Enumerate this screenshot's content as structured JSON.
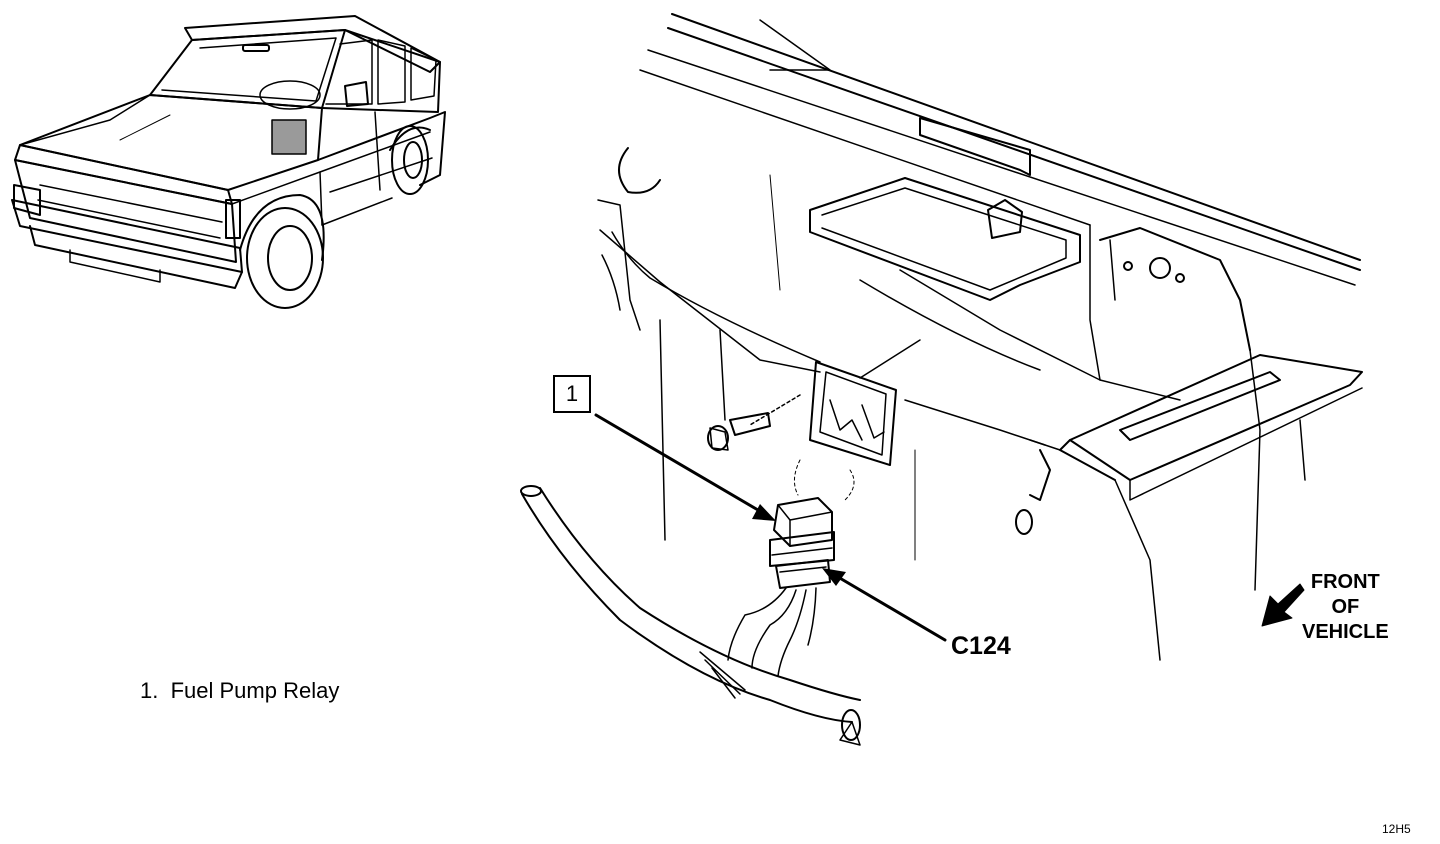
{
  "legend": {
    "items": [
      {
        "number": "1.",
        "label": "Fuel Pump Relay"
      }
    ]
  },
  "callouts": {
    "relay_number": "1",
    "connector_id": "C124"
  },
  "orientation": {
    "front_label": "FRONT\nOF\nVEHICLE"
  },
  "figure_code": "12H5",
  "colors": {
    "ink": "#000000",
    "paper": "#ffffff",
    "highlight_patch": "#9a9a9a"
  }
}
